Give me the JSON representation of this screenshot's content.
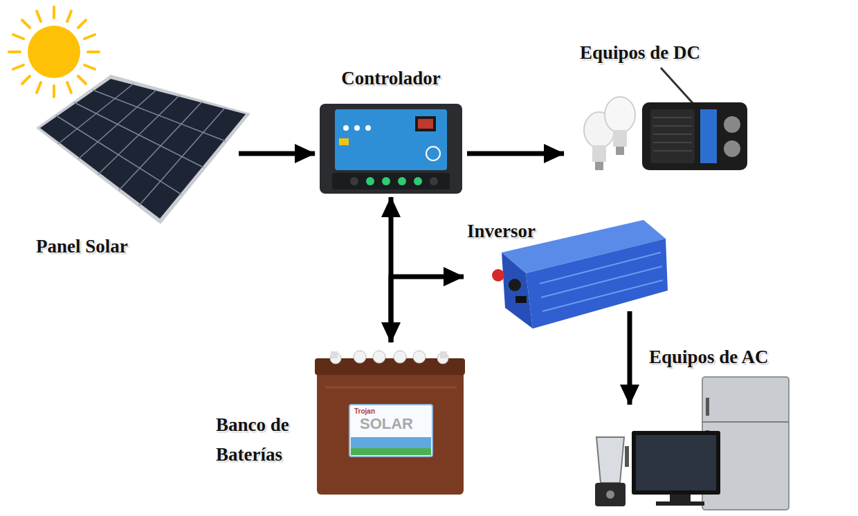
{
  "diagram": {
    "nodes": [
      {
        "text": [
          "Panel Solar"
        ]
      },
      {
        "text": [
          "Controlador"
        ]
      },
      {
        "text": [
          "Equipos de DC"
        ]
      },
      {
        "text": [
          "Inversor"
        ]
      },
      {
        "text": [
          "Banco de Baterías"
        ]
      },
      {
        "text": [
          "Equipos de AC"
        ]
      }
    ],
    "edges": [
      {
        "from": 0,
        "to": 1,
        "arrow": "to"
      },
      {
        "from": 1,
        "to": 2,
        "arrow": "to"
      },
      {
        "from": 1,
        "to": 4,
        "arrow": "both"
      },
      {
        "from": 4,
        "to": 3,
        "arrow": "to"
      },
      {
        "from": 3,
        "to": 5,
        "arrow": "to"
      }
    ],
    "labels": [
      "Trojan",
      "SOLAR"
    ]
  }
}
